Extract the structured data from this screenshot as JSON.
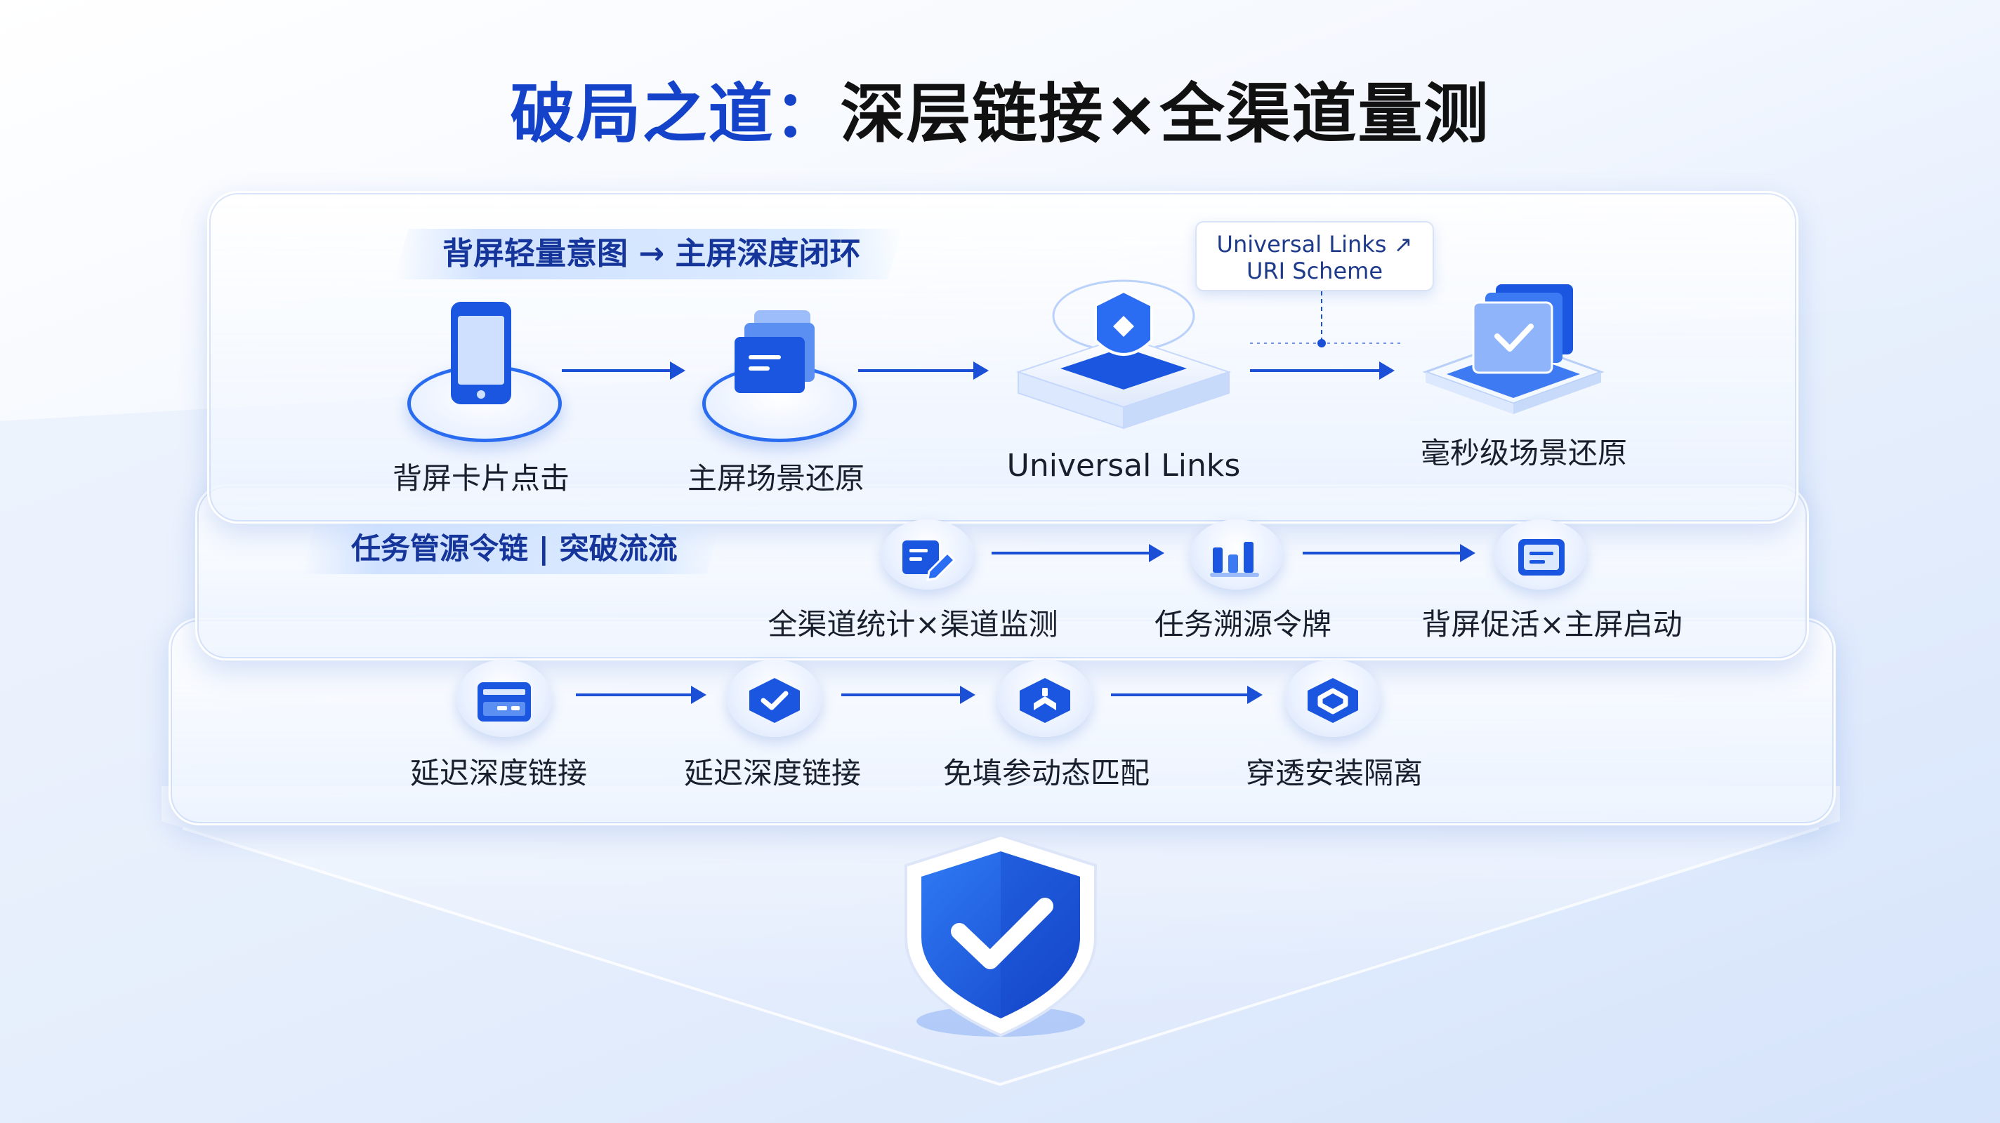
{
  "title": {
    "highlight": "破局之道：",
    "rest": "深层链接×全渠道量测"
  },
  "top_layer": {
    "banner": "背屏轻量意图 → 主屏深度闭环",
    "callout": [
      "Universal Links ↗",
      "URI Scheme"
    ],
    "steps": [
      {
        "label": "背屏卡片点击",
        "icon": "phone-icon"
      },
      {
        "label": "主屏场景还原",
        "icon": "cards-icon"
      },
      {
        "label": "Universal Links",
        "icon": "link-shield-icon"
      },
      {
        "label": "毫秒级场景还原",
        "icon": "check-screen-icon"
      }
    ]
  },
  "middle_layer": {
    "banner": "任务管源令链 | 突破流流",
    "steps": [
      {
        "label": "全渠道统计×渠道监测",
        "icon": "edit-chart-icon"
      },
      {
        "label": "任务溯源令牌",
        "icon": "bars-icon"
      },
      {
        "label": "背屏促活×主屏启动",
        "icon": "message-icon"
      }
    ]
  },
  "bottom_layer": {
    "steps": [
      {
        "label": "延迟深度链接",
        "icon": "card-icon"
      },
      {
        "label": "延迟深度链接",
        "icon": "check-hex-icon"
      },
      {
        "label": "免填参动态匹配",
        "icon": "hex-link-icon"
      },
      {
        "label": "穿透安装隔离",
        "icon": "hex-ring-icon"
      }
    ]
  },
  "colors": {
    "accent": "#1b4fd6",
    "title_blue": "#1443c9",
    "text": "#1a1f2e"
  },
  "shield": "shield-check-icon"
}
